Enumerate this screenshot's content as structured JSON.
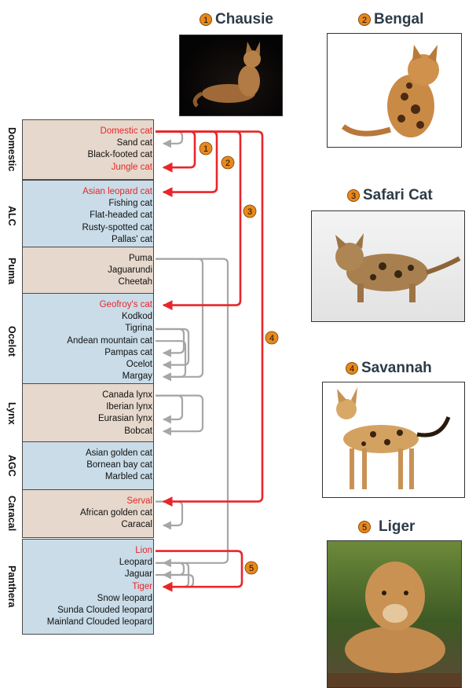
{
  "colors": {
    "domestic_bg": "#e6d8cc",
    "wild_bg": "#c9dce8",
    "highlight": "#e8262a",
    "gray_arrow": "#a6a6a6",
    "badge": "#e8891c"
  },
  "groups": [
    {
      "label": "Domestic",
      "bg": "domestic",
      "species": [
        {
          "name": "Domestic cat",
          "hl": true
        },
        {
          "name": "Sand cat",
          "hl": false
        },
        {
          "name": "Black-footed cat",
          "hl": false
        },
        {
          "name": "Jungle cat",
          "hl": true
        }
      ]
    },
    {
      "label": "ALC",
      "bg": "wild",
      "species": [
        {
          "name": "Asian leopard cat",
          "hl": true
        },
        {
          "name": "Fishing cat",
          "hl": false
        },
        {
          "name": "Flat-headed cat",
          "hl": false
        },
        {
          "name": "Rusty-spotted cat",
          "hl": false
        },
        {
          "name": "Pallas' cat",
          "hl": false
        }
      ]
    },
    {
      "label": "Puma",
      "bg": "domestic",
      "species": [
        {
          "name": "Puma",
          "hl": false
        },
        {
          "name": "Jaguarundi",
          "hl": false
        },
        {
          "name": "Cheetah",
          "hl": false
        }
      ]
    },
    {
      "label": "Ocelot",
      "bg": "wild",
      "species": [
        {
          "name": "Geofroy's cat",
          "hl": true
        },
        {
          "name": "Kodkod",
          "hl": false
        },
        {
          "name": "Tigrina",
          "hl": false
        },
        {
          "name": "Andean mountain cat",
          "hl": false
        },
        {
          "name": "Pampas cat",
          "hl": false
        },
        {
          "name": "Ocelot",
          "hl": false
        },
        {
          "name": "Margay",
          "hl": false
        }
      ]
    },
    {
      "label": "Lynx",
      "bg": "domestic",
      "species": [
        {
          "name": "Canada lynx",
          "hl": false
        },
        {
          "name": "Iberian lynx",
          "hl": false
        },
        {
          "name": "Eurasian lynx",
          "hl": false
        },
        {
          "name": "Bobcat",
          "hl": false
        }
      ]
    },
    {
      "label": "AGC",
      "bg": "wild",
      "species": [
        {
          "name": "Asian golden cat",
          "hl": false
        },
        {
          "name": "Bornean bay cat",
          "hl": false
        },
        {
          "name": "Marbled cat",
          "hl": false
        }
      ]
    },
    {
      "label": "Caracal",
      "bg": "domestic",
      "species": [
        {
          "name": "Serval",
          "hl": true
        },
        {
          "name": "African golden cat",
          "hl": false
        },
        {
          "name": "Caracal",
          "hl": false
        }
      ]
    },
    {
      "label": "Panthera",
      "bg": "wild",
      "species": [
        {
          "name": "Lion",
          "hl": true
        },
        {
          "name": "Leopard",
          "hl": false
        },
        {
          "name": "Jaguar",
          "hl": false
        },
        {
          "name": "Tiger",
          "hl": true
        },
        {
          "name": "Snow leopard",
          "hl": false
        },
        {
          "name": "Sunda Clouded leopard",
          "hl": false
        },
        {
          "name": "Mainland Clouded leopard",
          "hl": false
        }
      ]
    }
  ],
  "hybrids": [
    {
      "number": "1",
      "name": "Chausie"
    },
    {
      "number": "2",
      "name": "Bengal"
    },
    {
      "number": "3",
      "name": "Safari Cat"
    },
    {
      "number": "4",
      "name": "Savannah"
    },
    {
      "number": "5",
      "name": "Liger"
    }
  ],
  "crosses": [
    {
      "number": "1",
      "from": "Domestic cat",
      "to": "Jungle cat"
    },
    {
      "number": "2",
      "from": "Domestic cat",
      "to": "Asian leopard cat"
    },
    {
      "number": "3",
      "from": "Domestic cat",
      "to": "Geofroy's cat"
    },
    {
      "number": "4",
      "from": "Domestic cat",
      "to": "Serval"
    },
    {
      "number": "5",
      "from": "Lion",
      "to": "Tiger"
    }
  ]
}
